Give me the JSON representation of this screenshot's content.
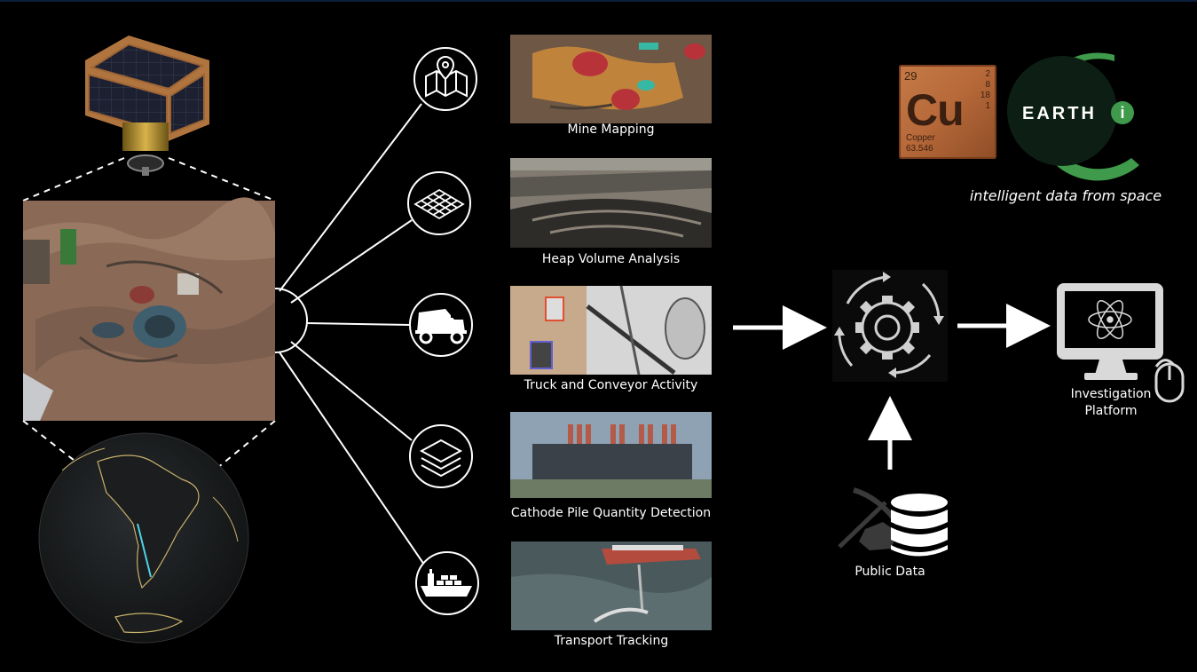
{
  "products": [
    {
      "label": "Mine Mapping",
      "icon": "map-pin-icon"
    },
    {
      "label": "Heap Volume Analysis",
      "icon": "terrain-grid-icon"
    },
    {
      "label": "Truck and Conveyor Activity",
      "icon": "haul-truck-icon"
    },
    {
      "label": "Cathode Pile Quantity Detection",
      "icon": "layers-icon"
    },
    {
      "label": "Transport Tracking",
      "icon": "cargo-ship-icon"
    }
  ],
  "platform_label_line1": "Investigation",
  "platform_label_line2": "Platform",
  "public_data_label": "Public Data",
  "tagline": "intelligent data from space",
  "element": {
    "number": "29",
    "symbol": "Cu",
    "name": "Copper",
    "mass": "63.546",
    "shells": [
      "2",
      "8",
      "18",
      "1"
    ]
  },
  "brand": {
    "word": "EARTH",
    "letter": "i"
  },
  "colors": {
    "background": "#000000",
    "brand_green": "#3f9a4b",
    "copper": "#b86a3a",
    "line": "#ffffff",
    "computer_gray": "#d9d9d9"
  }
}
